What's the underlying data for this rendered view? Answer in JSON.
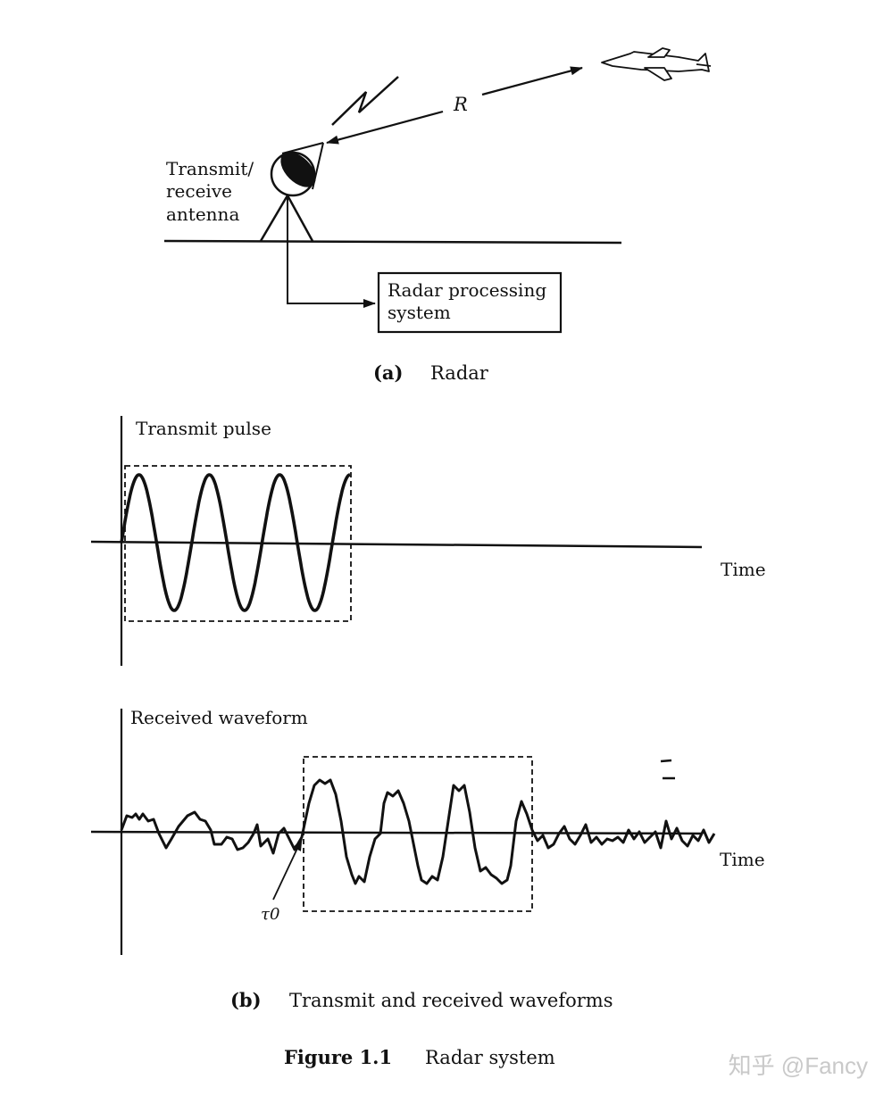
{
  "radar": {
    "range_label": "R",
    "antenna_label": [
      "Transmit/",
      "receive",
      "antenna"
    ],
    "processing_label": [
      "Radar processing",
      "system"
    ],
    "caption_tag": "(a)",
    "caption_text": "Radar"
  },
  "transmit_plot": {
    "label": "Transmit pulse",
    "time_label": "Time"
  },
  "received_plot": {
    "label": "Received waveform",
    "time_label": "Time",
    "delay_label": "τ0"
  },
  "captions": {
    "b_tag": "(b)",
    "b_text": "Transmit and received waveforms",
    "figure_tag": "Figure 1.1",
    "figure_text": "Radar system"
  },
  "watermark": "知乎 @Fancy"
}
